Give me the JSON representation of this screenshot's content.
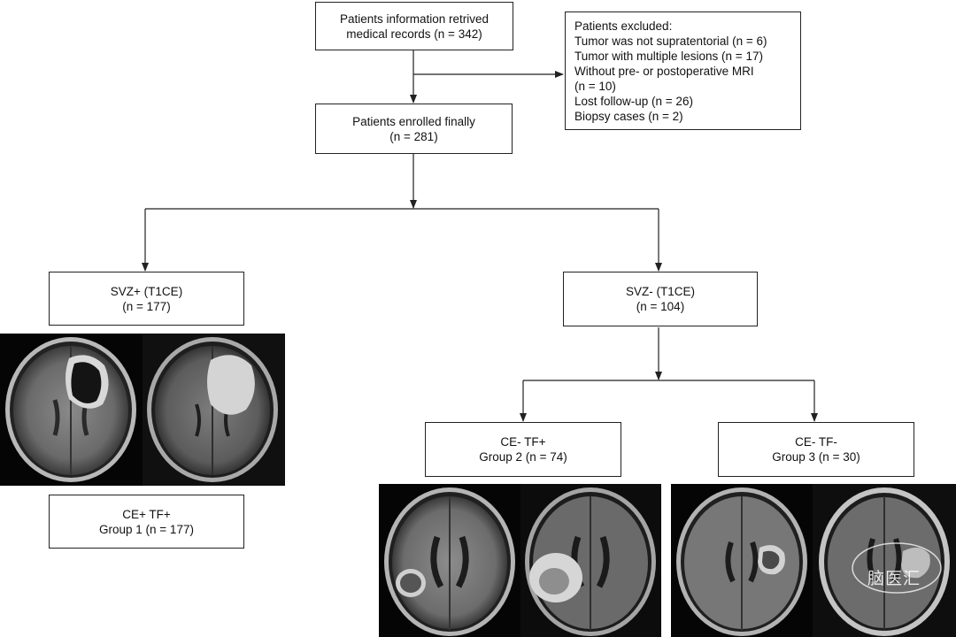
{
  "nodes": {
    "retrieved": {
      "line1": "Patients information retrived",
      "line2": "medical records (n = 342)"
    },
    "excluded": {
      "title": "Patients excluded:",
      "items": [
        "Tumor was not supratentorial (n = 6)",
        "Tumor with multiple lesions (n = 17)",
        "Without pre- or postoperative MRI",
        "(n = 10)",
        "Lost follow-up (n = 26)",
        "Biopsy cases (n = 2)"
      ]
    },
    "enrolled": {
      "line1": "Patients enrolled finally",
      "line2": "(n = 281)"
    },
    "svz_pos": {
      "line1": "SVZ+ (T1CE)",
      "line2": "(n = 177)"
    },
    "svz_neg": {
      "line1": "SVZ- (T1CE)",
      "line2": "(n = 104)"
    },
    "group1": {
      "line1": "CE+ TF+",
      "line2": "Group 1 (n = 177)"
    },
    "group2": {
      "line1": "CE- TF+",
      "line2": "Group 2 (n = 74)"
    },
    "group3": {
      "line1": "CE- TF-",
      "line2": "Group 3 (n = 30)"
    }
  },
  "images": [
    {
      "name": "group1-mri-pair",
      "caption": ""
    },
    {
      "name": "group2-mri-pair",
      "caption": ""
    },
    {
      "name": "group3-mri-pair",
      "caption": ""
    }
  ],
  "watermark": {
    "text": "脑医汇"
  },
  "colors": {
    "line": "#222222",
    "scan_bg": "#050505"
  }
}
